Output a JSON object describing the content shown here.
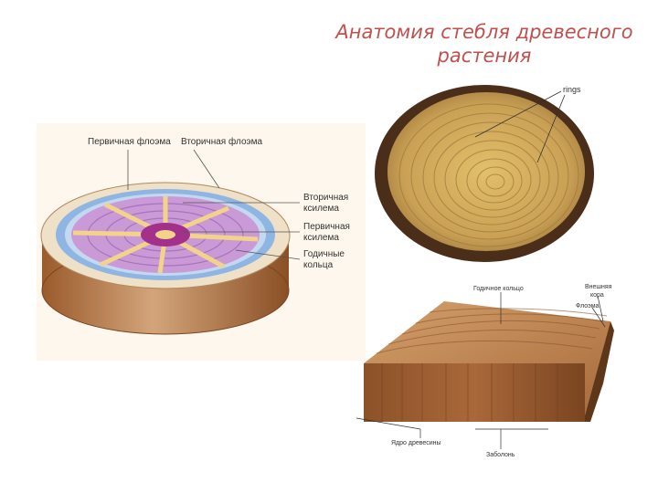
{
  "slide": {
    "title_line1": "Анатомия стебля древесного",
    "title_line2": "растения"
  },
  "stem_diagram": {
    "labels": {
      "primary_phloem": "Первичная флоэма",
      "secondary_phloem": "Вторичная флоэма",
      "secondary_xylem_1": "Вторичная",
      "secondary_xylem_2": "ксилема",
      "primary_xylem_1": "Первичная",
      "primary_xylem_2": "ксилема",
      "annual_rings_1": "Годичные",
      "annual_rings_2": "кольца"
    }
  },
  "log_photo": {
    "label": "rings"
  },
  "wood_block": {
    "labels": {
      "annual_ring": "Годичное кольцо",
      "bark_1": "Внешняя",
      "bark_2": "кора",
      "phloem": "Флоэма",
      "heartwood": "Ядро древесины",
      "sapwood": "Заболонь"
    }
  },
  "colors": {
    "title": "#c0504d",
    "xylem": "#c99ad6",
    "phloem": "#8fb6e2",
    "rays": "#f3d38a",
    "wood": "#a0683a"
  }
}
